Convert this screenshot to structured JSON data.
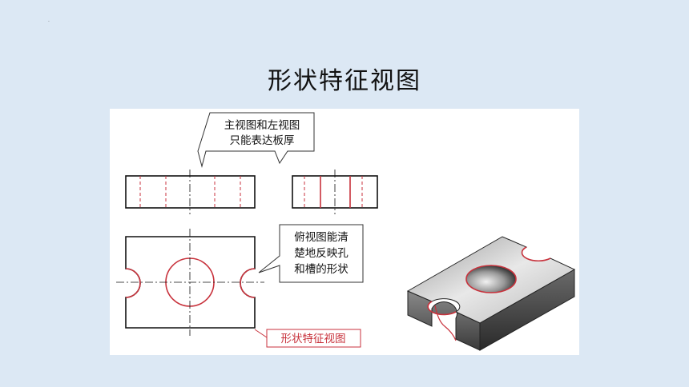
{
  "slide": {
    "marker": ".",
    "title": "形状特征视图"
  },
  "figure": {
    "callout_top": {
      "line1": "主视图和左视图",
      "line2": "只能表达板厚"
    },
    "callout_right": {
      "line1": "俯视图能清",
      "line2": "楚地反映孔",
      "line3": "和槽的形状"
    },
    "label_bottom": "形状特征视图"
  },
  "colors": {
    "background": "#dce8f4",
    "red": "#c8323c",
    "line": "#111111"
  }
}
